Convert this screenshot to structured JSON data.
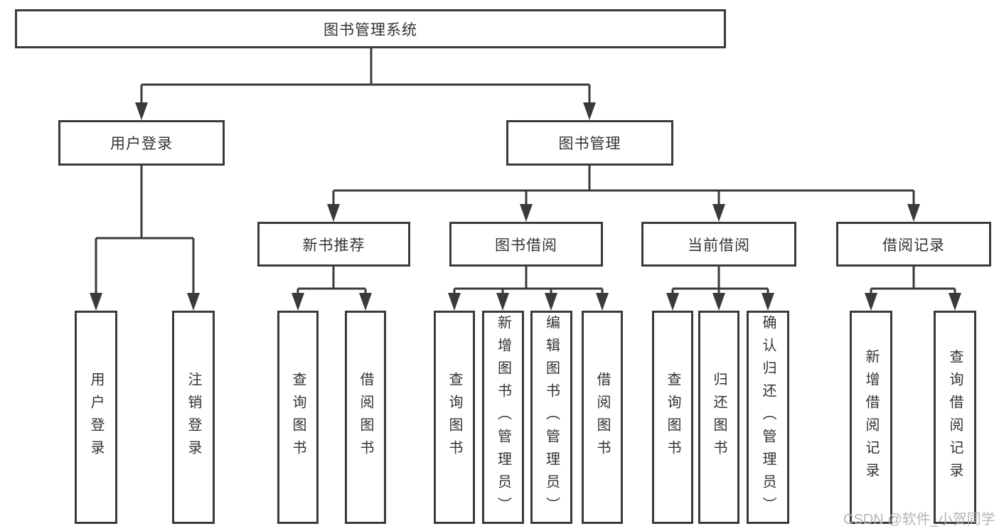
{
  "diagram": {
    "root": {
      "label": "图书管理系统"
    },
    "level2": [
      {
        "label": "用户登录"
      },
      {
        "label": "图书管理"
      }
    ],
    "level3": [
      {
        "label": "新书推荐"
      },
      {
        "label": "图书借阅"
      },
      {
        "label": "当前借阅"
      },
      {
        "label": "借阅记录"
      }
    ],
    "leaves": {
      "user_login": [
        {
          "label": "用户登录"
        },
        {
          "label": "注销登录"
        }
      ],
      "new_books": [
        {
          "label": "查询图书"
        },
        {
          "label": "借阅图书"
        }
      ],
      "book_borrow": [
        {
          "label": "查询图书"
        },
        {
          "label": "新增图书（管理员）"
        },
        {
          "label": "编辑图书（管理员）"
        },
        {
          "label": "借阅图书"
        }
      ],
      "current_borrow": [
        {
          "label": "查询图书"
        },
        {
          "label": "归还图书"
        },
        {
          "label": "确认归还（管理员）"
        }
      ],
      "borrow_records": [
        {
          "label": "新增借阅记录"
        },
        {
          "label": "查询借阅记录"
        }
      ]
    },
    "watermark": "CSDN @软件_小贺同学",
    "colors": {
      "line": "#3a3a3a",
      "text": "#333333",
      "watermark": "#b5b5b5",
      "background": "#ffffff"
    }
  }
}
